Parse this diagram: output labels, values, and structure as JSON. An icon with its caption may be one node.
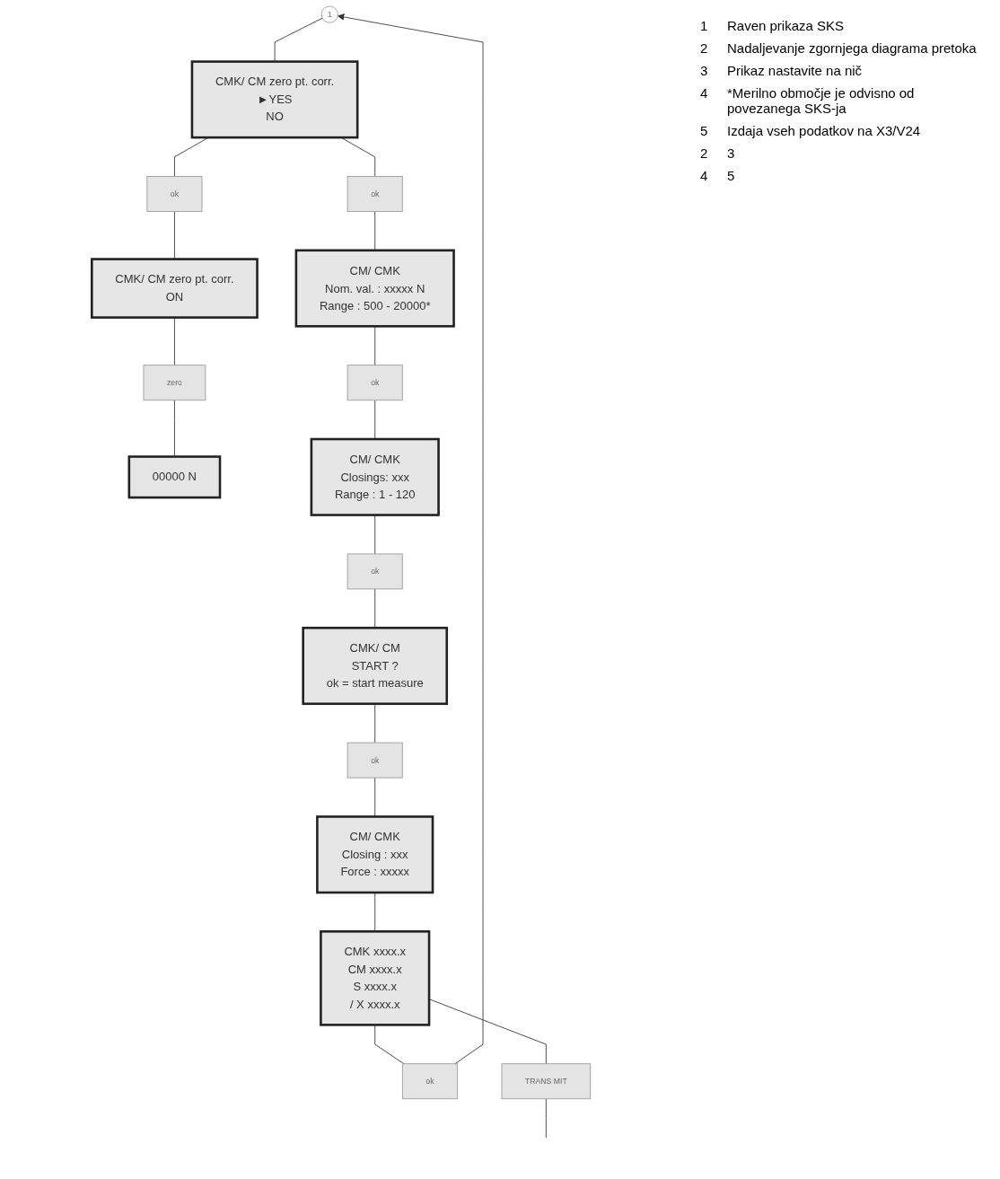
{
  "diagram": {
    "nodes": [
      {
        "text": [
          "1"
        ]
      },
      {
        "text": [
          "CMK/ CM zero pt. corr.",
          "►YES",
          "NO"
        ]
      },
      {
        "text": [
          "ok"
        ]
      },
      {
        "text": [
          "CMK/ CM zero pt. corr.",
          "ON"
        ]
      },
      {
        "text": [
          "zero"
        ]
      },
      {
        "text": [
          "00000 N"
        ]
      },
      {
        "text": [
          "ok"
        ]
      },
      {
        "text": [
          "CM/ CMK",
          "Nom. val. : xxxxx N",
          "Range : 500 - 20000*"
        ]
      },
      {
        "text": [
          "ok"
        ]
      },
      {
        "text": [
          "CM/ CMK",
          "Closings: xxx",
          "Range : 1 - 120"
        ]
      },
      {
        "text": [
          "ok"
        ]
      },
      {
        "text": [
          "CMK/ CM",
          "START ?",
          "ok = start measure"
        ]
      },
      {
        "text": [
          "ok"
        ]
      },
      {
        "text": [
          "CM/ CMK",
          "Closing : xxx",
          "Force : xxxxx"
        ]
      },
      {
        "text": [
          "CMK xxxx.x",
          "CM xxxx.x",
          "S xxxx.x",
          "/ X xxxx.x"
        ]
      },
      {
        "text": [
          "ok"
        ]
      },
      {
        "text": [
          "TRANS MIT"
        ]
      }
    ],
    "edges": [
      {
        "from": 0,
        "to": 1,
        "arrow": "none"
      },
      {
        "from": 1,
        "to": 2,
        "arrow": "none"
      },
      {
        "from": 2,
        "to": 3,
        "arrow": "none"
      },
      {
        "from": 3,
        "to": 4,
        "arrow": "none"
      },
      {
        "from": 4,
        "to": 5,
        "arrow": "none"
      },
      {
        "from": 1,
        "to": 6,
        "arrow": "none"
      },
      {
        "from": 6,
        "to": 7,
        "arrow": "none"
      },
      {
        "from": 7,
        "to": 8,
        "arrow": "none"
      },
      {
        "from": 8,
        "to": 9,
        "arrow": "none"
      },
      {
        "from": 9,
        "to": 10,
        "arrow": "none"
      },
      {
        "from": 10,
        "to": 11,
        "arrow": "none"
      },
      {
        "from": 11,
        "to": 12,
        "arrow": "none"
      },
      {
        "from": 12,
        "to": 13,
        "arrow": "none"
      },
      {
        "from": 13,
        "to": 14,
        "arrow": "none"
      },
      {
        "from": 14,
        "to": 15,
        "arrow": "none"
      },
      {
        "from": 15,
        "to": 0,
        "arrow": "to"
      },
      {
        "from": 14,
        "to": 16,
        "arrow": "none"
      },
      {
        "from": 16,
        "to": null,
        "arrow": "none"
      }
    ],
    "labels": [
      "1",
      "Raven prikaza SKS",
      "2",
      "Nadaljevanje zgornjega diagrama pretoka",
      "3",
      "Prikaz nastavite na nič",
      "4",
      "*Merilno območje je odvisno od povezanega SKS-ja",
      "5",
      "Izdaja vseh podatkov na X3/V24",
      "2",
      "3",
      "4",
      "5"
    ]
  }
}
